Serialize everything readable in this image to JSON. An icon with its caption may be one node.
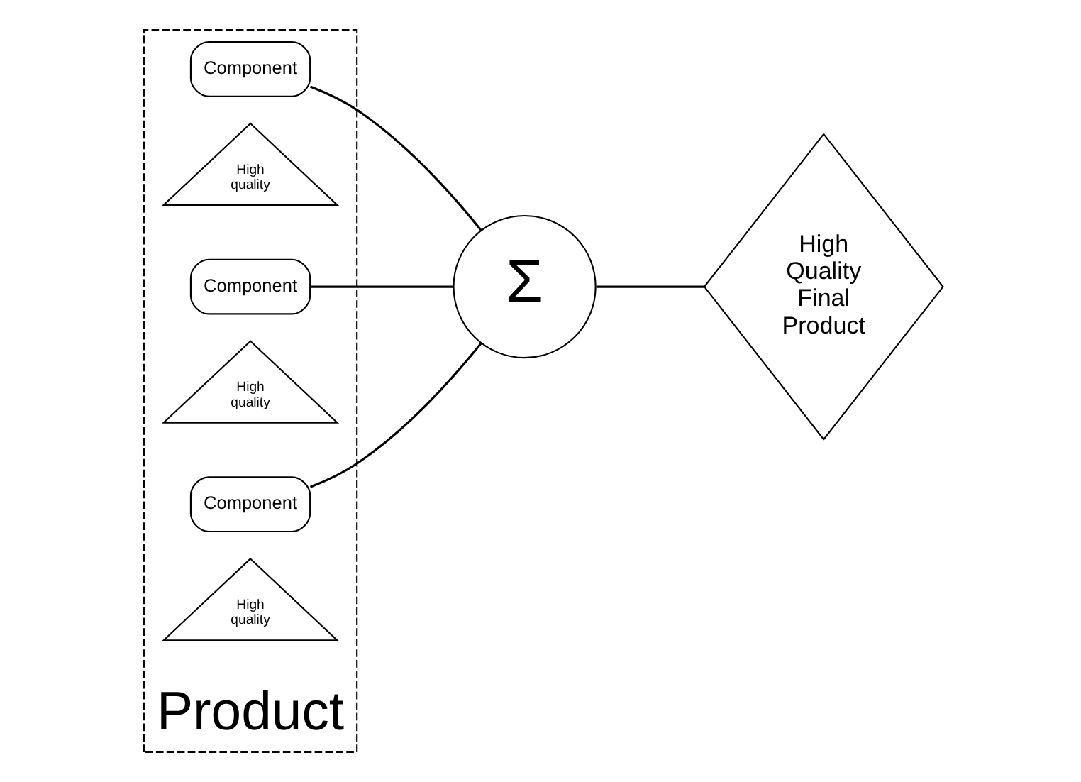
{
  "diagram": {
    "nodes": [
      {
        "text": [
          "Product"
        ]
      },
      {
        "text": [
          "Component"
        ],
        "in": 0
      },
      {
        "text": [
          "High quality"
        ],
        "in": 0
      },
      {
        "text": [
          "Component"
        ],
        "in": 0
      },
      {
        "text": [
          "High quality"
        ],
        "in": 0
      },
      {
        "text": [
          "Component"
        ],
        "in": 0
      },
      {
        "text": [
          "High quality"
        ],
        "in": 0
      },
      {
        "text": [
          "Σ"
        ]
      },
      {
        "text": [
          "High Quality Final Product"
        ]
      }
    ],
    "edges": [
      {
        "from": 1,
        "to": 7,
        "arrow": "none"
      },
      {
        "from": 3,
        "to": 7,
        "arrow": "none"
      },
      {
        "from": 5,
        "to": 7,
        "arrow": "none"
      },
      {
        "from": 7,
        "to": 8,
        "arrow": "none"
      }
    ]
  }
}
